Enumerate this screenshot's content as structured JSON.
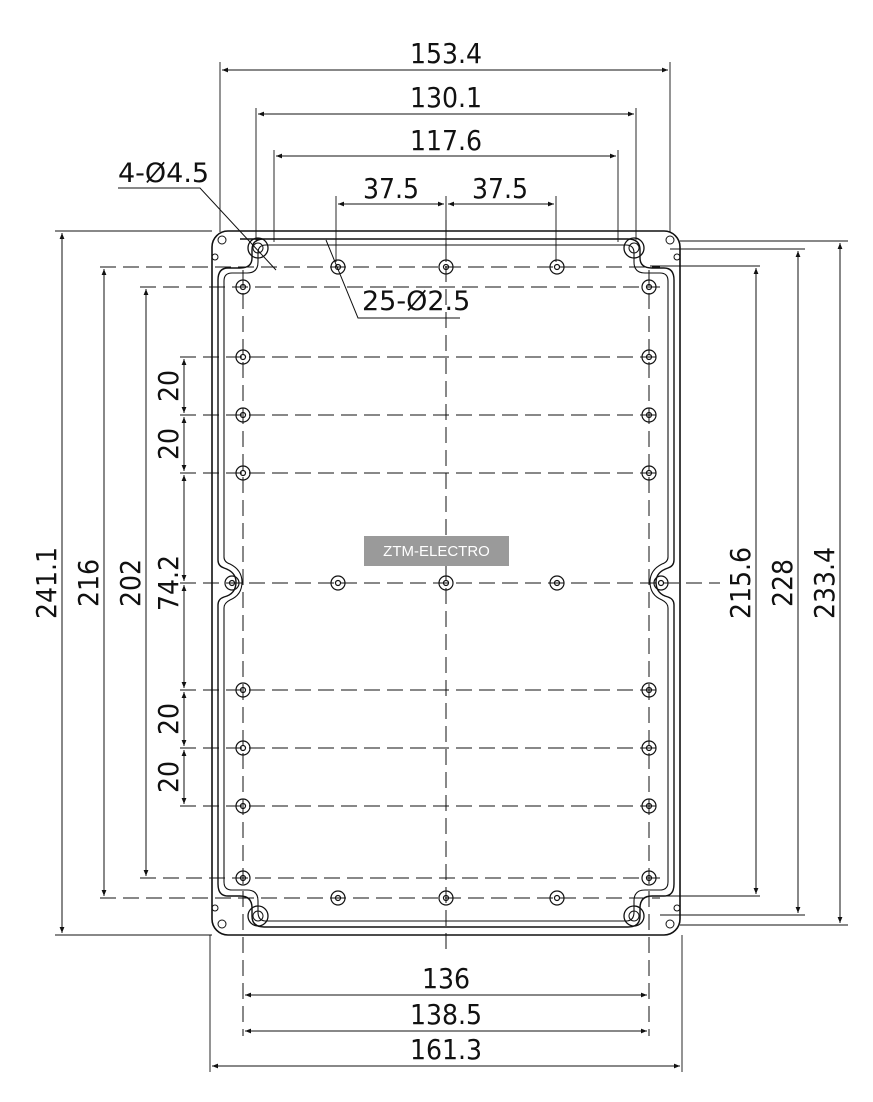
{
  "dimensions": {
    "overall_width_top": "153.4",
    "lid_hole_span": "130.1",
    "inner_span": "117.6",
    "spacing_left": "37.5",
    "spacing_right": "37.5",
    "mount_hole_callout": "4-Ø4.5",
    "pcb_hole_callout": "25-Ø2.5",
    "overall_height_left": "241.1",
    "height_216": "216",
    "height_202": "202",
    "center_offset": "74.2",
    "pitch_20_a": "20",
    "pitch_20_b": "20",
    "pitch_20_c": "20",
    "pitch_20_d": "20",
    "height_215_6": "215.6",
    "height_228": "228",
    "height_233_4": "233.4",
    "bottom_136": "136",
    "bottom_138_5": "138.5",
    "bottom_161_3": "161.3"
  },
  "watermark": "ZTM-ELECTRO"
}
